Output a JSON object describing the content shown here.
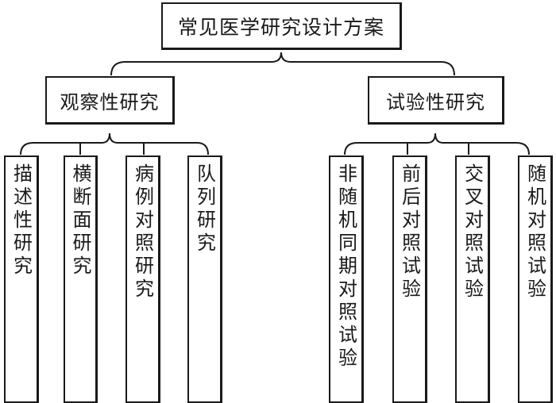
{
  "root": {
    "label": "常见医学研究设计方案"
  },
  "branches": [
    {
      "label": "观察性研究",
      "children": [
        "描述性研究",
        "横断面研究",
        "病例对照研究",
        "队列研究"
      ]
    },
    {
      "label": "试验性研究",
      "children": [
        "非随机同期对照试验",
        "前后对照试验",
        "交叉对照试验",
        "随机对照试验"
      ]
    }
  ]
}
